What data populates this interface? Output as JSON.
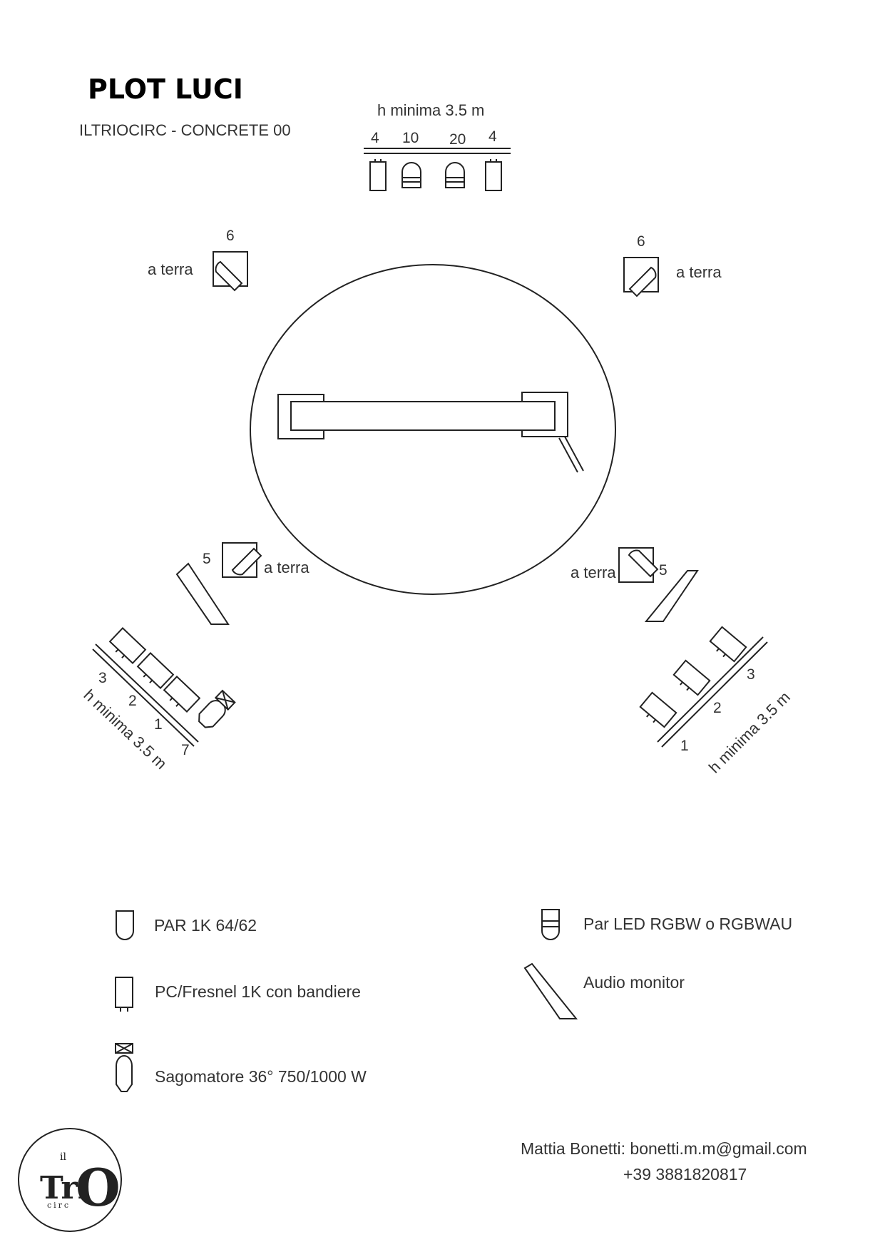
{
  "header": {
    "title": "PLOT LUCI",
    "subtitle": "ILTRIOCIRC - CONCRETE 00"
  },
  "top_bar": {
    "height_label": "h minima 3.5 m",
    "numbers": [
      "4",
      "10",
      "20",
      "4"
    ]
  },
  "floor_labels": {
    "a_terra": "a terra",
    "top_left_num": "6",
    "top_right_num": "6",
    "bottom_left_num": "5",
    "bottom_right_num": "5"
  },
  "left_bar": {
    "height_label": "h minima 3.5 m",
    "numbers": [
      "3",
      "2",
      "1",
      "7"
    ]
  },
  "right_bar": {
    "height_label": "h minima 3.5 m",
    "numbers": [
      "3",
      "2",
      "1"
    ]
  },
  "legend": {
    "par": "PAR 1K 64/62",
    "pc": "PC/Fresnel 1K con bandiere",
    "sagomatore": "Sagomatore 36° 750/1000 W",
    "par_led": "Par LED RGBW o RGBWAU",
    "audio": "Audio monitor"
  },
  "contact": {
    "line1": "Mattia Bonetti: bonetti.m.m@gmail.com",
    "line2": "+39 3881820817"
  },
  "logo": {
    "small": "il",
    "main": "Tri",
    "big": "O",
    "bottom": "circ"
  }
}
